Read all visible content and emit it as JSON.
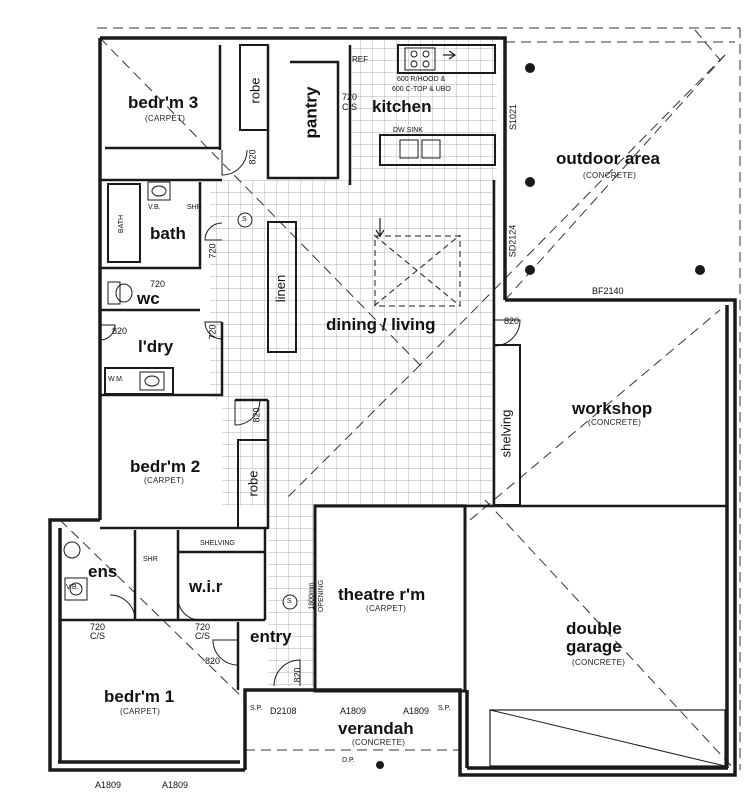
{
  "rooms": {
    "bedroom3": {
      "name": "bedr'm 3",
      "floor": "(CARPET)"
    },
    "pantry": "pantry",
    "kitchen": "kitchen",
    "outdoor": {
      "name": "outdoor area",
      "floor": "(CONCRETE)"
    },
    "bath": "bath",
    "wc": "wc",
    "laundry": "l'dry",
    "linen": "linen",
    "dining": "dining / living",
    "workshop": {
      "name": "workshop",
      "floor": "(CONCRETE)"
    },
    "shelving": "shelving",
    "bedroom2": {
      "name": "bedr'm 2",
      "floor": "(CARPET)"
    },
    "ensuite": "ens",
    "wir": "w.i.r",
    "theatre": {
      "name": "theatre r'm",
      "floor": "(CARPET)"
    },
    "entry": "entry",
    "garage": {
      "line1": "double",
      "line2": "garage",
      "floor": "(CONCRETE)"
    },
    "bedroom1": {
      "name": "bedr'm 1",
      "floor": "(CARPET)"
    },
    "verandah": {
      "name": "verandah",
      "floor": "(CONCRETE)"
    }
  },
  "labels": {
    "robe": "robe",
    "ref": "REF",
    "hood_line1": "600 R/HOOD &",
    "hood_line2": "600 C-TOP & UBO",
    "dw_sink": "DW  SINK",
    "bath_fixture": "BATH",
    "vb": "V.B.",
    "shr": "SHR",
    "wm": "W.M.",
    "shelving_caps": "SHELVING",
    "opening_line1": "1800mm",
    "opening_line2": "OPENING",
    "door_720": "720",
    "door_820": "820",
    "cs": "C/S",
    "window_s1021": "S1021",
    "window_sd2124": "SD2124",
    "window_bf2140": "BF2140",
    "window_d2108": "D2108",
    "window_a1809": "A1809",
    "window_a1809b": "A1809",
    "window_a1809_left": "A1809",
    "window_a1809_left2": "A1809",
    "sp": "S.P.",
    "dp": "D.P.",
    "smoke": "S"
  },
  "colors": {
    "line": "#1a1a1a",
    "grid": "#9a9a9a",
    "paper": "#ffffff"
  }
}
